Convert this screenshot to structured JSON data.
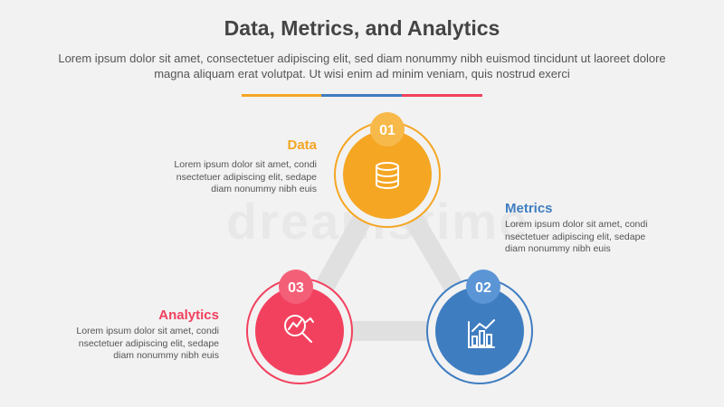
{
  "header": {
    "title": "Data, Metrics, and Analytics",
    "subtitle": "Lorem ipsum dolor sit amet, consectetuer adipiscing elit, sed diam nonummy nibh euismod tincidunt ut laoreet dolore magna aliquam erat volutpat. Ut wisi enim ad minim veniam, quis nostrud exerci"
  },
  "divider_colors": [
    "#f5a623",
    "#3f7dc1",
    "#f2415e"
  ],
  "items": [
    {
      "number": "01",
      "title": "Data",
      "desc_lines": [
        "Lorem ipsum dolor sit amet, condi",
        "nsectetuer adipiscing elit, sedape",
        "diam nonummy nibh euis"
      ],
      "color": "#f5a623",
      "badge_color": "#f7b94a",
      "icon": "database-icon"
    },
    {
      "number": "02",
      "title": "Metrics",
      "desc_lines": [
        "Lorem ipsum dolor sit amet, condi",
        "nsectetuer adipiscing elit, sedape",
        "diam nonummy nibh euis"
      ],
      "color": "#3f7dc1",
      "badge_color": "#5b95d6",
      "icon": "bar-chart-icon"
    },
    {
      "number": "03",
      "title": "Analytics",
      "desc_lines": [
        "Lorem ipsum dolor sit amet, condi",
        "nsectetuer adipiscing elit, sedape",
        "diam nonummy nibh euis"
      ],
      "color": "#f2415e",
      "badge_color": "#f45f78",
      "icon": "magnifier-chart-icon"
    }
  ],
  "watermark": "dreamstime"
}
